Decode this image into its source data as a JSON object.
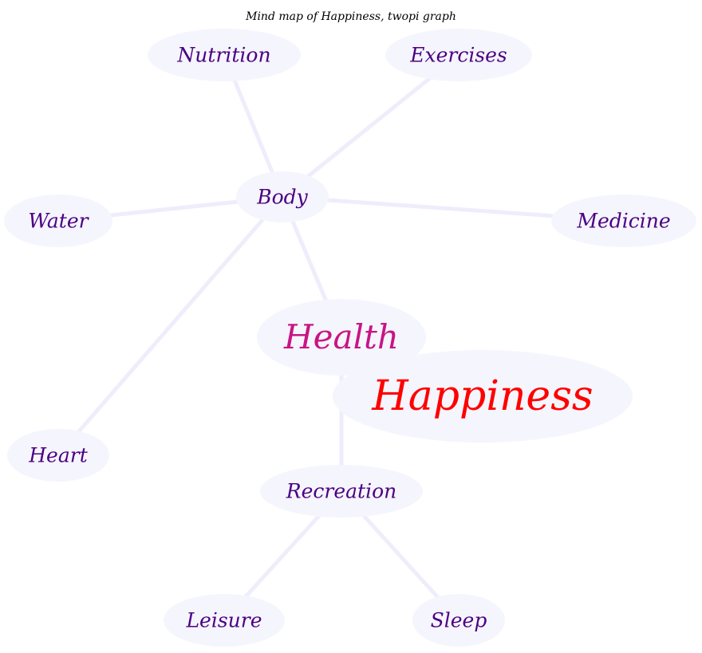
{
  "title": "Mind map of Happiness, twopi graph",
  "colors": {
    "node_fill": "#f5f5fd",
    "edge": "#efedfc",
    "root": "#ff0000",
    "hub": "#c71585",
    "leaf": "#4b0082"
  },
  "nodes": [
    {
      "id": "body",
      "label": "Body",
      "kind": "leaf"
    },
    {
      "id": "nutrition",
      "label": "Nutrition",
      "kind": "leaf"
    },
    {
      "id": "exercises",
      "label": "Exercises",
      "kind": "leaf"
    },
    {
      "id": "water",
      "label": "Water",
      "kind": "leaf"
    },
    {
      "id": "medicine",
      "label": "Medicine",
      "kind": "leaf"
    },
    {
      "id": "heart",
      "label": "Heart",
      "kind": "leaf"
    },
    {
      "id": "recreation",
      "label": "Recreation",
      "kind": "leaf"
    },
    {
      "id": "leisure",
      "label": "Leisure",
      "kind": "leaf"
    },
    {
      "id": "sleep",
      "label": "Sleep",
      "kind": "leaf"
    },
    {
      "id": "health",
      "label": "Health",
      "kind": "hub"
    },
    {
      "id": "happiness",
      "label": "Happiness",
      "kind": "root"
    }
  ],
  "edges": [
    [
      "body",
      "nutrition"
    ],
    [
      "body",
      "exercises"
    ],
    [
      "body",
      "water"
    ],
    [
      "body",
      "medicine"
    ],
    [
      "body",
      "heart"
    ],
    [
      "body",
      "health"
    ],
    [
      "health",
      "recreation"
    ],
    [
      "recreation",
      "leisure"
    ],
    [
      "recreation",
      "sleep"
    ]
  ]
}
